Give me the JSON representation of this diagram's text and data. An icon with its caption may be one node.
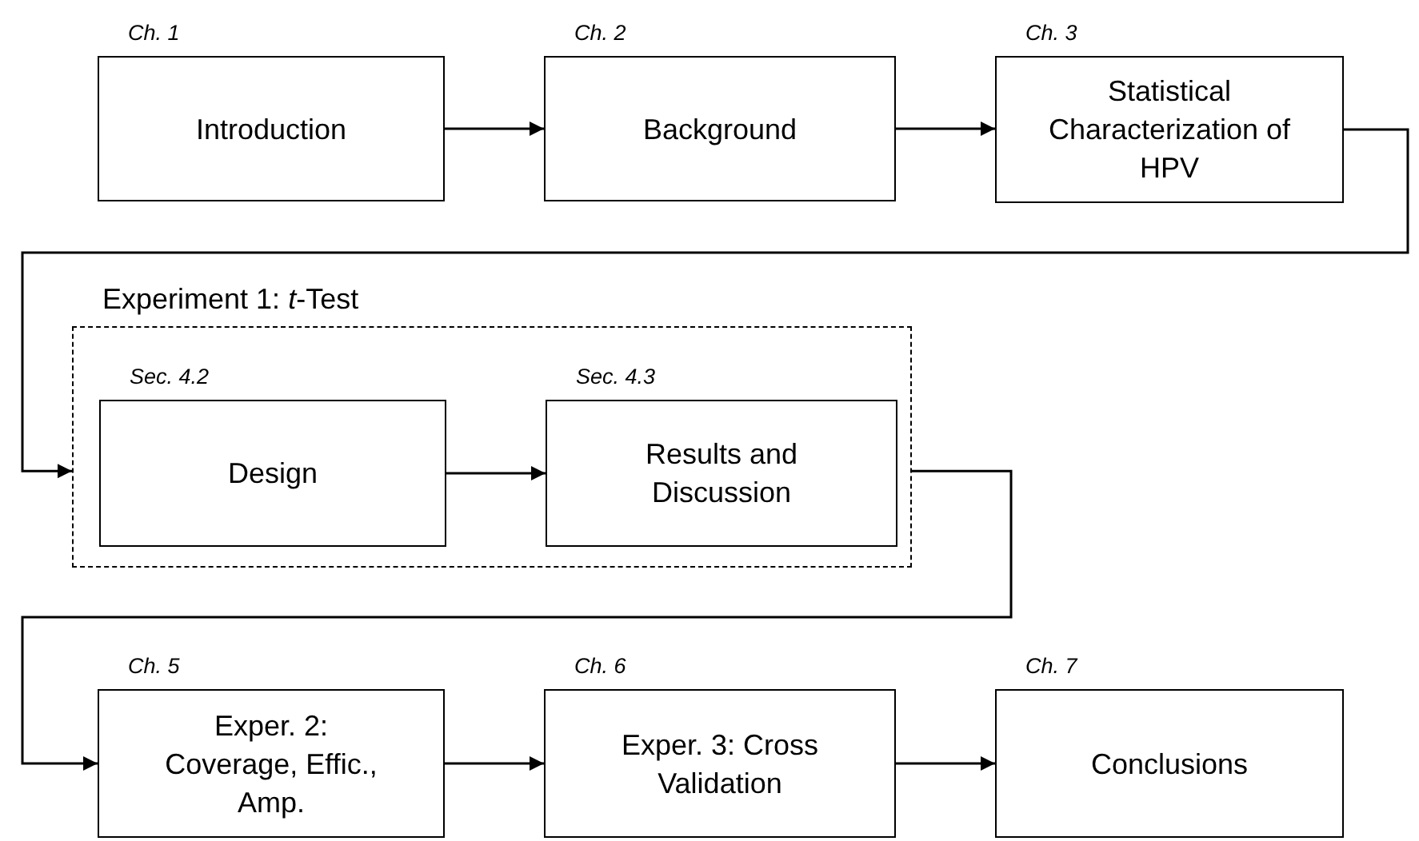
{
  "diagram": {
    "nodes": [
      {
        "text": [
          "Introduction"
        ],
        "beside": [
          "Ch. 1"
        ]
      },
      {
        "text": [
          "Background"
        ],
        "beside": [
          "Ch. 2"
        ]
      },
      {
        "text": [
          "Statistical Characterization of HPV"
        ],
        "beside": [
          "Ch. 3"
        ]
      },
      {
        "text": [
          "Experiment 1: *t*-Test"
        ]
      },
      {
        "text": [
          "Design"
        ],
        "beside": [
          "Sec. 4.2"
        ],
        "in": 3
      },
      {
        "text": [
          "Results and Discussion"
        ],
        "beside": [
          "Sec. 4.3"
        ],
        "in": 3
      },
      {
        "text": [
          "Exper. 2: Coverage, Effic., Amp."
        ],
        "beside": [
          "Ch. 5"
        ]
      },
      {
        "text": [
          "Exper. 3: Cross Validation"
        ],
        "beside": [
          "Ch. 6"
        ]
      },
      {
        "text": [
          "Conclusions"
        ],
        "beside": [
          "Ch. 7"
        ]
      }
    ],
    "edges": [
      {
        "from": 0,
        "to": 1,
        "arrow": "to"
      },
      {
        "from": 1,
        "to": 2,
        "arrow": "to"
      },
      {
        "from": 2,
        "to": 3,
        "arrow": "to"
      },
      {
        "from": 4,
        "to": 5,
        "arrow": "to"
      },
      {
        "from": 3,
        "to": 6,
        "arrow": "to"
      },
      {
        "from": 6,
        "to": 7,
        "arrow": "to"
      },
      {
        "from": 7,
        "to": 8,
        "arrow": "to"
      }
    ]
  }
}
